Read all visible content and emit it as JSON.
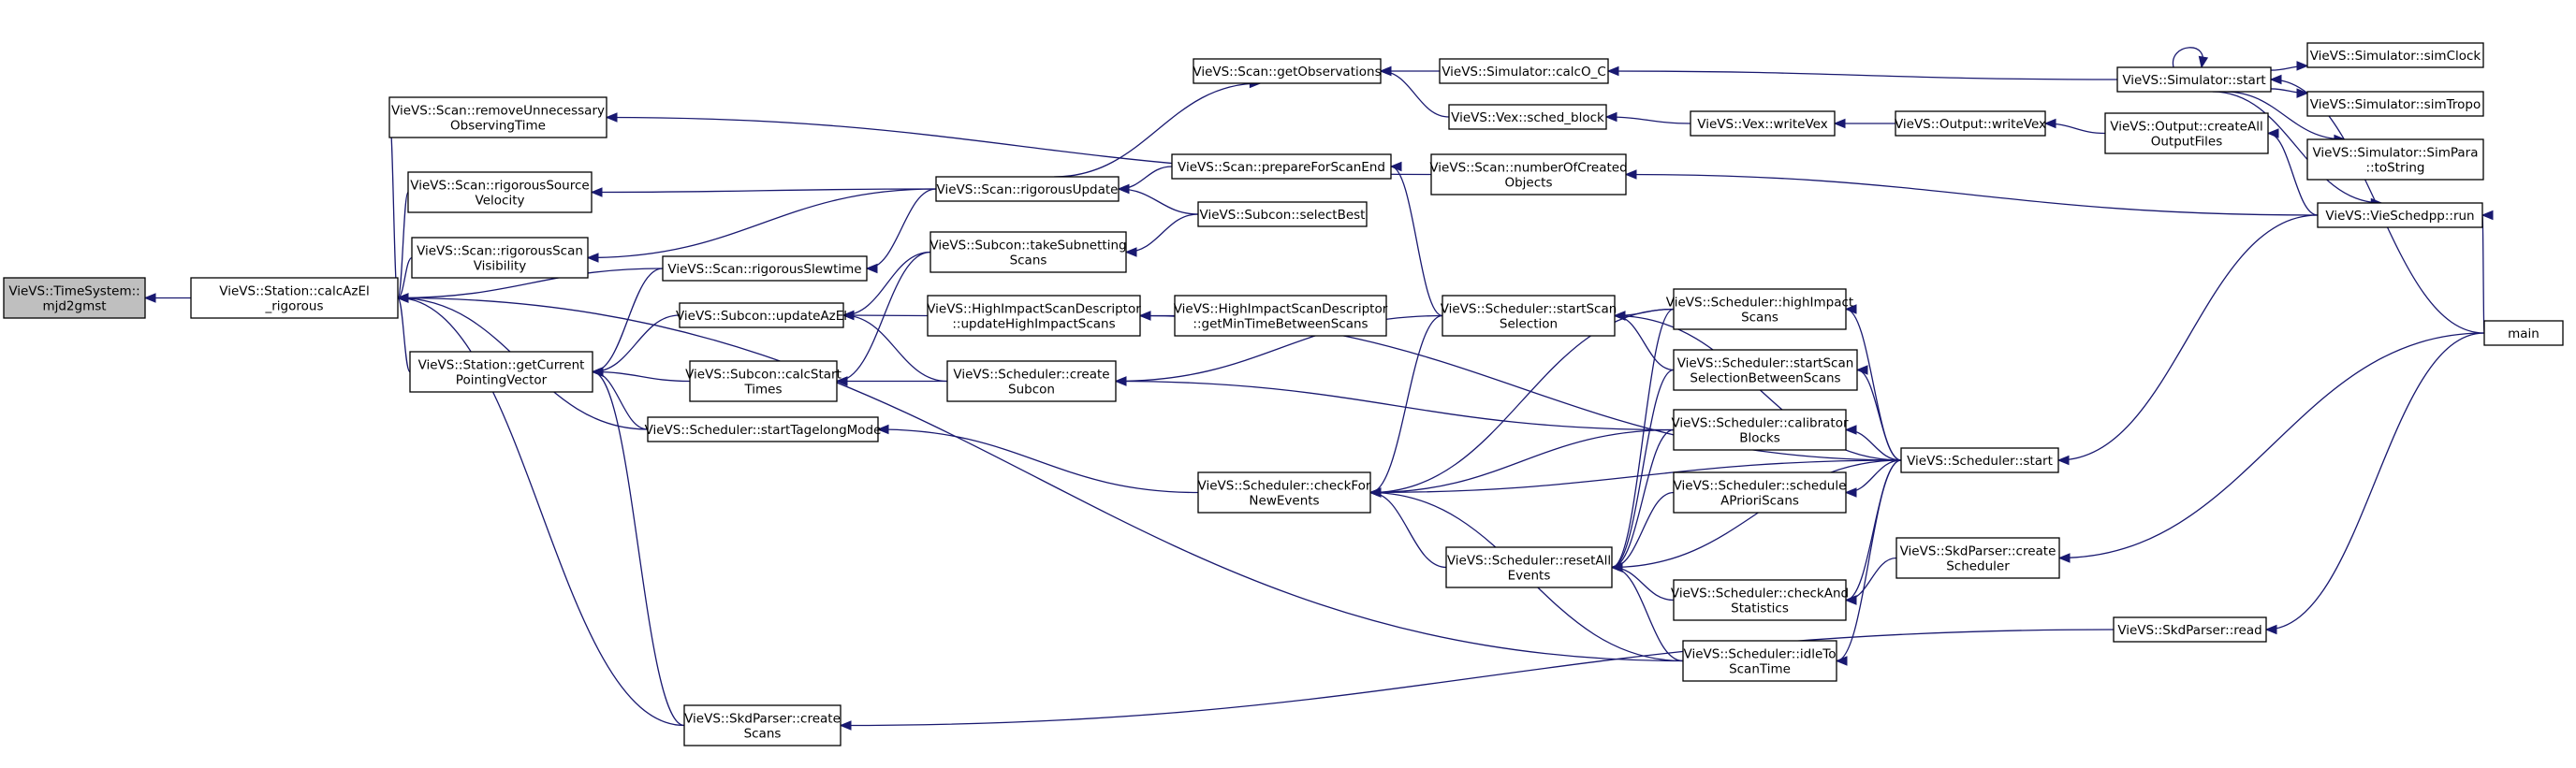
{
  "nodes": [
    {
      "id": "mjd2gmst",
      "lines": [
        "VieVS::TimeSystem::",
        "mjd2gmst"
      ],
      "current": true
    },
    {
      "id": "calcAzEl",
      "lines": [
        "VieVS::Station::calcAzEl",
        "_rigorous"
      ]
    },
    {
      "id": "removeUnnecessary",
      "lines": [
        "VieVS::Scan::removeUnnecessary",
        "ObservingTime"
      ]
    },
    {
      "id": "rigorousSourceVelocity",
      "lines": [
        "VieVS::Scan::rigorousSource",
        "Velocity"
      ]
    },
    {
      "id": "rigorousScanVisibility",
      "lines": [
        "VieVS::Scan::rigorousScan",
        "Visibility"
      ]
    },
    {
      "id": "rigorousSlewtime",
      "lines": [
        "VieVS::Scan::rigorousSlewtime"
      ]
    },
    {
      "id": "getCurrentPointing",
      "lines": [
        "VieVS::Station::getCurrent",
        "PointingVector"
      ]
    },
    {
      "id": "startTagelong",
      "lines": [
        "VieVS::Scheduler::startTagelongMode"
      ]
    },
    {
      "id": "createScans",
      "lines": [
        "VieVS::SkdParser::create",
        "Scans"
      ]
    },
    {
      "id": "getObservations",
      "lines": [
        "VieVS::Scan::getObservations"
      ]
    },
    {
      "id": "rigorousUpdate",
      "lines": [
        "VieVS::Scan::rigorousUpdate"
      ]
    },
    {
      "id": "takeSubnetting",
      "lines": [
        "VieVS::Subcon::takeSubnetting",
        "Scans"
      ]
    },
    {
      "id": "updateAzEl",
      "lines": [
        "VieVS::Subcon::updateAzEl"
      ]
    },
    {
      "id": "calcStartTimes",
      "lines": [
        "VieVS::Subcon::calcStart",
        "Times"
      ]
    },
    {
      "id": "prepareForScanEnd",
      "lines": [
        "VieVS::Scan::prepareForScanEnd"
      ]
    },
    {
      "id": "selectBest",
      "lines": [
        "VieVS::Subcon::selectBest"
      ]
    },
    {
      "id": "updateHighImpact",
      "lines": [
        "VieVS::HighImpactScanDescriptor",
        "::updateHighImpactScans"
      ]
    },
    {
      "id": "createSubcon",
      "lines": [
        "VieVS::Scheduler::create",
        "Subcon"
      ]
    },
    {
      "id": "getMinTime",
      "lines": [
        "VieVS::HighImpactScanDescriptor",
        "::getMinTimeBetweenScans"
      ]
    },
    {
      "id": "checkForNewEvents",
      "lines": [
        "VieVS::Scheduler::checkFor",
        "NewEvents"
      ]
    },
    {
      "id": "calcO_C",
      "lines": [
        "VieVS::Simulator::calcO_C"
      ]
    },
    {
      "id": "schedBlock",
      "lines": [
        "VieVS::Vex::sched_block"
      ]
    },
    {
      "id": "numberOfCreated",
      "lines": [
        "VieVS::Scan::numberOfCreated",
        "Objects"
      ]
    },
    {
      "id": "startScanSelection",
      "lines": [
        "VieVS::Scheduler::startScan",
        "Selection"
      ]
    },
    {
      "id": "resetAllEvents",
      "lines": [
        "VieVS::Scheduler::resetAll",
        "Events"
      ]
    },
    {
      "id": "writeVexV",
      "lines": [
        "VieVS::Vex::writeVex"
      ]
    },
    {
      "id": "highImpactScans",
      "lines": [
        "VieVS::Scheduler::highImpact",
        "Scans"
      ]
    },
    {
      "id": "startScanBetween",
      "lines": [
        "VieVS::Scheduler::startScan",
        "SelectionBetweenScans"
      ]
    },
    {
      "id": "calibratorBlocks",
      "lines": [
        "VieVS::Scheduler::calibrator",
        "Blocks"
      ]
    },
    {
      "id": "scheduleAPriori",
      "lines": [
        "VieVS::Scheduler::schedule",
        "APrioriScans"
      ]
    },
    {
      "id": "checkAndStatistics",
      "lines": [
        "VieVS::Scheduler::checkAnd",
        "Statistics"
      ]
    },
    {
      "id": "idleToScanTime",
      "lines": [
        "VieVS::Scheduler::idleTo",
        "ScanTime"
      ]
    },
    {
      "id": "outputWriteVex",
      "lines": [
        "VieVS::Output::writeVex"
      ]
    },
    {
      "id": "schedulerStart",
      "lines": [
        "VieVS::Scheduler::start"
      ]
    },
    {
      "id": "createAllOutput",
      "lines": [
        "VieVS::Output::createAll",
        "OutputFiles"
      ]
    },
    {
      "id": "createScheduler",
      "lines": [
        "VieVS::SkdParser::create",
        "Scheduler"
      ]
    },
    {
      "id": "skdRead",
      "lines": [
        "VieVS::SkdParser::read"
      ]
    },
    {
      "id": "simulatorStart",
      "lines": [
        "VieVS::Simulator::start"
      ]
    },
    {
      "id": "vieSchedRun",
      "lines": [
        "VieVS::VieSchedpp::run"
      ]
    },
    {
      "id": "simClock",
      "lines": [
        "VieVS::Simulator::simClock"
      ]
    },
    {
      "id": "simTropo",
      "lines": [
        "VieVS::Simulator::simTropo"
      ]
    },
    {
      "id": "simParaToString",
      "lines": [
        "VieVS::Simulator::SimPara",
        "::toString"
      ]
    },
    {
      "id": "main",
      "lines": [
        "main"
      ]
    }
  ],
  "edges": [
    [
      "calcAzEl",
      "mjd2gmst"
    ],
    [
      "removeUnnecessary",
      "calcAzEl"
    ],
    [
      "rigorousSourceVelocity",
      "calcAzEl"
    ],
    [
      "rigorousScanVisibility",
      "calcAzEl"
    ],
    [
      "rigorousSlewtime",
      "calcAzEl"
    ],
    [
      "getCurrentPointing",
      "calcAzEl"
    ],
    [
      "startTagelong",
      "calcAzEl"
    ],
    [
      "createScans",
      "calcAzEl"
    ],
    [
      "idleToScanTime",
      "calcAzEl"
    ],
    [
      "rigorousSlewtime",
      "getCurrentPointing"
    ],
    [
      "updateAzEl",
      "getCurrentPointing"
    ],
    [
      "calcStartTimes",
      "getCurrentPointing"
    ],
    [
      "startTagelong",
      "getCurrentPointing"
    ],
    [
      "createScans",
      "getCurrentPointing"
    ],
    [
      "rigorousUpdate",
      "getObservations"
    ],
    [
      "rigorousUpdate",
      "rigorousSourceVelocity"
    ],
    [
      "rigorousUpdate",
      "rigorousScanVisibility"
    ],
    [
      "rigorousUpdate",
      "rigorousSlewtime"
    ],
    [
      "prepareForScanEnd",
      "rigorousUpdate"
    ],
    [
      "selectBest",
      "rigorousUpdate"
    ],
    [
      "numberOfCreated",
      "removeUnnecessary"
    ],
    [
      "takeSubnetting",
      "updateAzEl"
    ],
    [
      "updateHighImpact",
      "updateAzEl"
    ],
    [
      "createSubcon",
      "updateAzEl"
    ],
    [
      "takeSubnetting",
      "calcStartTimes"
    ],
    [
      "createSubcon",
      "calcStartTimes"
    ],
    [
      "selectBest",
      "takeSubnetting"
    ],
    [
      "getMinTime",
      "updateHighImpact"
    ],
    [
      "schedulerStart",
      "updateHighImpact"
    ],
    [
      "startScanSelection",
      "createSubcon"
    ],
    [
      "calibratorBlocks",
      "createSubcon"
    ],
    [
      "checkForNewEvents",
      "startTagelong"
    ],
    [
      "startScanSelection",
      "checkForNewEvents"
    ],
    [
      "highImpactScans",
      "checkForNewEvents"
    ],
    [
      "calibratorBlocks",
      "checkForNewEvents"
    ],
    [
      "resetAllEvents",
      "checkForNewEvents"
    ],
    [
      "idleToScanTime",
      "checkForNewEvents"
    ],
    [
      "schedulerStart",
      "checkForNewEvents"
    ],
    [
      "calcO_C",
      "getObservations"
    ],
    [
      "schedBlock",
      "getObservations"
    ],
    [
      "simulatorStart",
      "calcO_C"
    ],
    [
      "writeVexV",
      "schedBlock"
    ],
    [
      "outputWriteVex",
      "writeVexV"
    ],
    [
      "createAllOutput",
      "outputWriteVex"
    ],
    [
      "vieSchedRun",
      "createAllOutput"
    ],
    [
      "vieSchedRun",
      "numberOfCreated"
    ],
    [
      "startScanSelection",
      "prepareForScanEnd"
    ],
    [
      "highImpactScans",
      "startScanSelection"
    ],
    [
      "startScanBetween",
      "startScanSelection"
    ],
    [
      "highImpactScans",
      "resetAllEvents"
    ],
    [
      "startScanBetween",
      "resetAllEvents"
    ],
    [
      "calibratorBlocks",
      "resetAllEvents"
    ],
    [
      "scheduleAPriori",
      "resetAllEvents"
    ],
    [
      "checkAndStatistics",
      "resetAllEvents"
    ],
    [
      "idleToScanTime",
      "resetAllEvents"
    ],
    [
      "schedulerStart",
      "highImpactScans"
    ],
    [
      "schedulerStart",
      "startScanBetween"
    ],
    [
      "schedulerStart",
      "calibratorBlocks"
    ],
    [
      "schedulerStart",
      "scheduleAPriori"
    ],
    [
      "schedulerStart",
      "checkAndStatistics"
    ],
    [
      "schedulerStart",
      "idleToScanTime"
    ],
    [
      "schedulerStart",
      "startScanSelection"
    ],
    [
      "schedulerStart",
      "resetAllEvents"
    ],
    [
      "createScheduler",
      "checkAndStatistics"
    ],
    [
      "vieSchedRun",
      "schedulerStart"
    ],
    [
      "skdRead",
      "createScans"
    ],
    [
      "main",
      "createScheduler"
    ],
    [
      "main",
      "skdRead"
    ],
    [
      "main",
      "vieSchedRun"
    ],
    [
      "main",
      "simulatorStart"
    ],
    [
      "simulatorStart",
      "simClock"
    ],
    [
      "simulatorStart",
      "simTropo"
    ],
    [
      "simulatorStart",
      "simParaToString"
    ],
    [
      "simulatorStart",
      "vieSchedRun"
    ],
    [
      "simulatorStart",
      "simulatorStart"
    ]
  ]
}
